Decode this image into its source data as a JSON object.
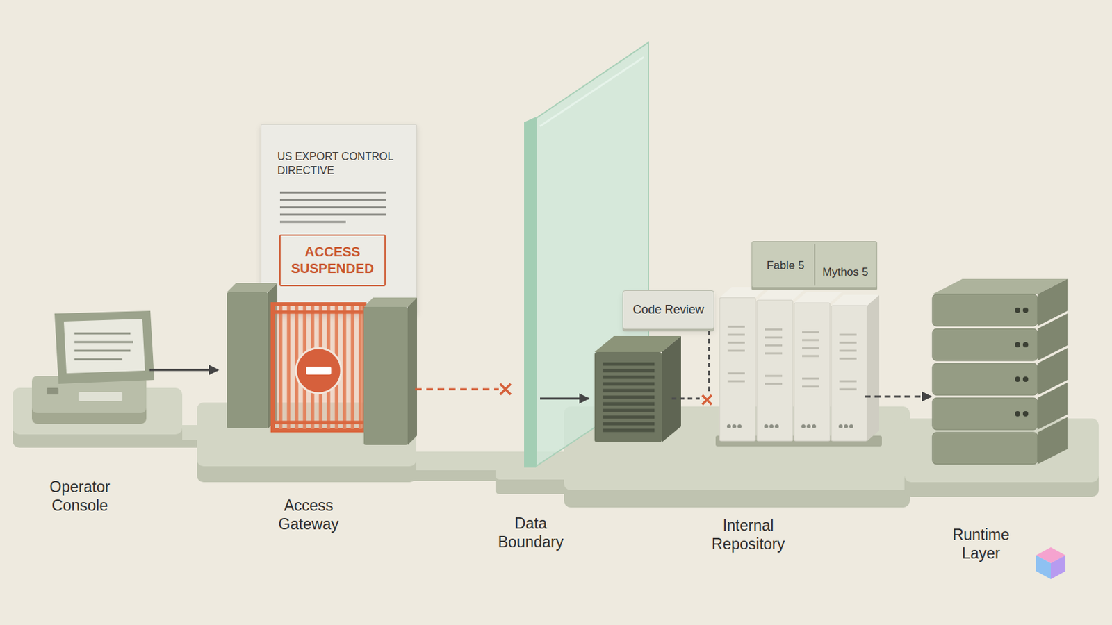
{
  "diagram": {
    "nodes": [
      {
        "text": [
          "Operator Console"
        ]
      },
      {
        "text": [
          "Access Gateway"
        ]
      },
      {
        "text": [
          "US EXPORT CONTROL DIRECTIVE"
        ],
        "in": 1
      },
      {
        "text": [
          "ACCESS SUSPENDED"
        ],
        "in": 2
      },
      {
        "text": [
          "Data Boundary"
        ]
      },
      {
        "text": [
          "Internal Repository"
        ]
      },
      {
        "text": [
          "Code Review"
        ],
        "in": 5
      },
      {
        "text": [
          "Fable 5",
          "Mythos 5"
        ],
        "in": 5
      },
      {
        "text": [
          "Runtime Layer"
        ]
      }
    ],
    "edges": [
      {
        "from": 0,
        "to": 1,
        "arrow": "to"
      },
      {
        "from": 1,
        "to": 4,
        "arrow": "none"
      },
      {
        "from": 4,
        "to": 5,
        "arrow": "to"
      },
      {
        "from": 5,
        "to": 8,
        "arrow": "to"
      }
    ]
  }
}
